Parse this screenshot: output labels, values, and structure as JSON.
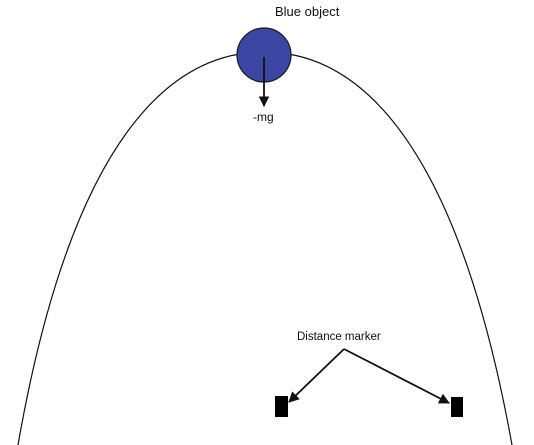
{
  "labels": {
    "object": "Blue object",
    "force": "-mg",
    "marker": "Distance marker"
  },
  "colors": {
    "object_fill": "#3c46a3",
    "object_stroke": "#1a1a1a",
    "line": "#111111",
    "marker_fill": "#000000"
  },
  "icons": {
    "force_arrow": "arrow-down-icon",
    "marker_block": "rectangle-icon"
  }
}
